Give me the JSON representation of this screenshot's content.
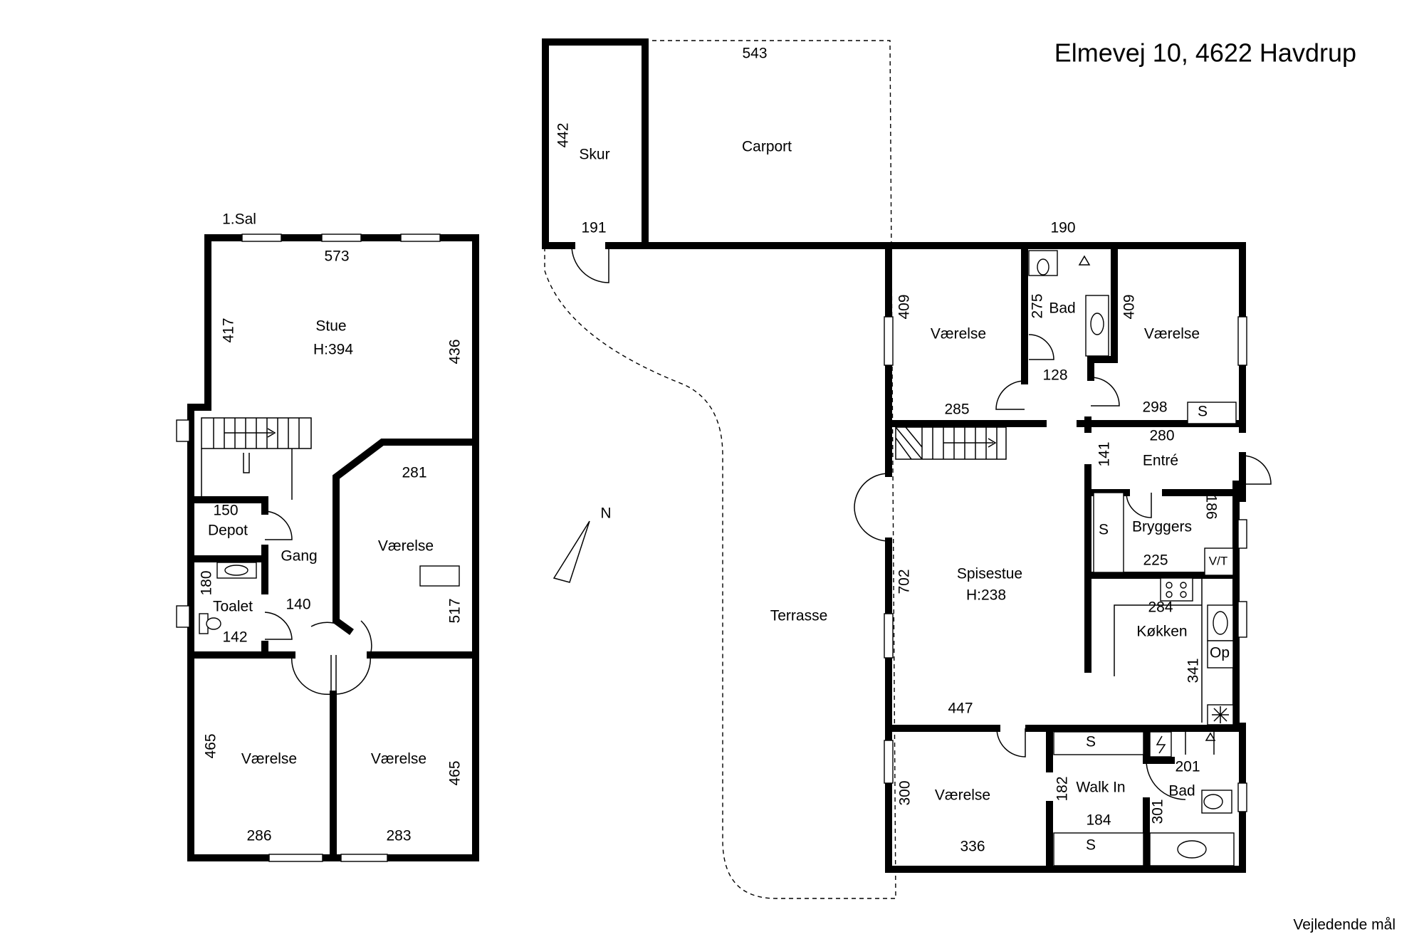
{
  "title": "Elmevej 10, 4622 Havdrup",
  "note": "Vejledende mål",
  "floor_upper": {
    "label": "1.Sal",
    "rooms": {
      "stue": "Stue",
      "stue_height": "H:394",
      "depot": "Depot",
      "gang": "Gang",
      "toilet": "Toalet",
      "vaerelse_a": "Værelse",
      "vaerelse_b": "Værelse",
      "vaerelse_c": "Værelse"
    },
    "dims": {
      "d573": "573",
      "d417": "417",
      "d436": "436",
      "d281": "281",
      "d150": "150",
      "d180": "180",
      "d142": "142",
      "d140": "140",
      "d517": "517",
      "d465a": "465",
      "d465b": "465",
      "d286": "286",
      "d283": "283"
    }
  },
  "outbuilding": {
    "rooms": {
      "skur": "Skur",
      "carport": "Carport"
    },
    "dims": {
      "d543": "543",
      "d442": "442",
      "d191": "191"
    }
  },
  "terrace": "Terrasse",
  "north": "N",
  "floor_ground": {
    "rooms": {
      "vaerelse_nw": "Værelse",
      "bad_top": "Bad",
      "vaerelse_ne": "Værelse",
      "entre": "Entré",
      "bryggers": "Bryggers",
      "spisestue": "Spisestue",
      "spisestue_height": "H:238",
      "kokken": "Køkken",
      "vaerelse_sw": "Værelse",
      "walkin": "Walk In",
      "bad_bottom": "Bad"
    },
    "fixtures": {
      "s1": "S",
      "s2": "S",
      "s3": "S",
      "s4": "S",
      "vt": "V/T",
      "op": "Op"
    },
    "dims": {
      "d190": "190",
      "d409a": "409",
      "d275": "275",
      "d409b": "409",
      "d128": "128",
      "d285": "285",
      "d298": "298",
      "d280": "280",
      "d141": "141",
      "d186": "186",
      "d225": "225",
      "d702": "702",
      "d284": "284",
      "d341": "341",
      "d447": "447",
      "d201": "201",
      "d182": "182",
      "d300": "300",
      "d184": "184",
      "d301": "301",
      "d336": "336"
    }
  }
}
